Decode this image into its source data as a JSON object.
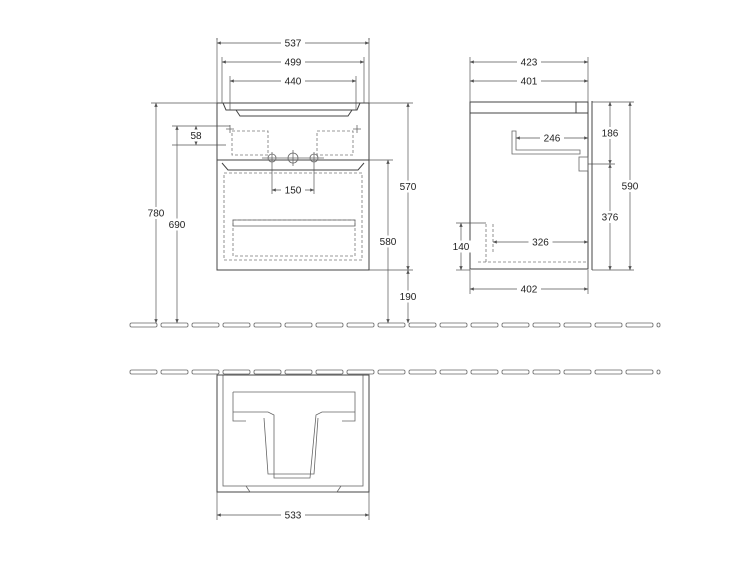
{
  "front_view": {
    "width_total": "537",
    "width_inner": "499",
    "width_basin_cutout": "440",
    "tap_hole_offset": "58",
    "tap_spacing": "150",
    "height_total": "780",
    "height_cabinet_top": "690",
    "height_cabinet": "570",
    "height_to_floor_top": "580",
    "floor_clearance": "190"
  },
  "side_view": {
    "depth_total": "423",
    "depth_inner": "401",
    "siphon_depth_upper": "246",
    "height_upper": "186",
    "height_total": "590",
    "height_lower": "376",
    "siphon_height": "140",
    "siphon_depth_lower": "326",
    "depth_base": "402"
  },
  "top_view": {
    "width_bottom": "533"
  }
}
